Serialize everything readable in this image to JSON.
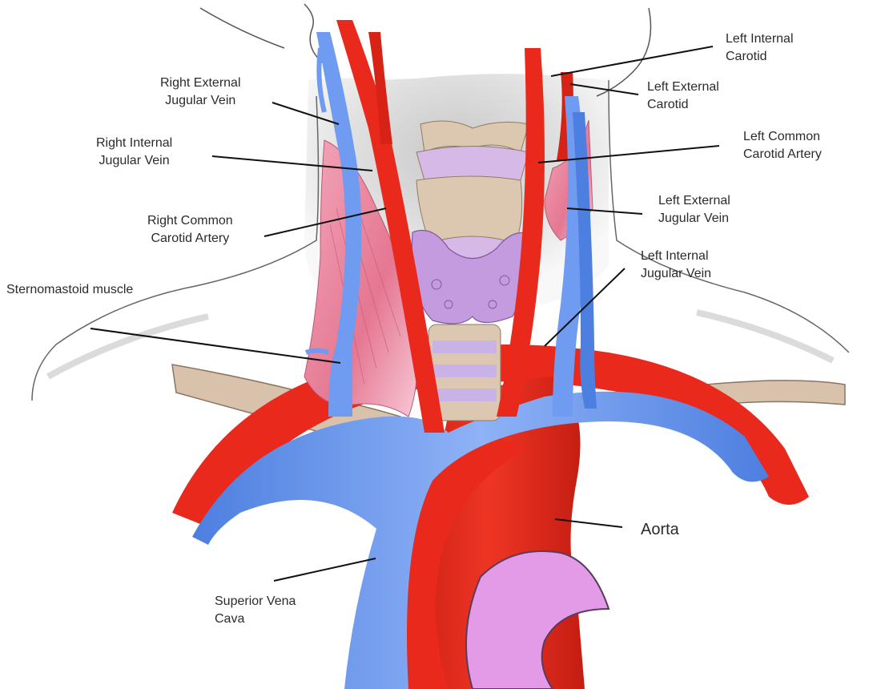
{
  "labels": {
    "left_internal_carotid": "Left Internal\nCarotid",
    "left_external_carotid": "Left External\nCarotid",
    "left_common_carotid": "Left Common\nCarotid Artery",
    "left_external_jugular": "Left External\nJugular Vein",
    "left_internal_jugular": "Left Internal\nJugular Vein",
    "right_external_jugular": "Right External\nJugular Vein",
    "right_internal_jugular": "Right Internal\nJugular Vein",
    "right_common_carotid": "Right Common\nCarotid Artery",
    "sternomastoid": "Sternomastoid muscle",
    "aorta": "Aorta",
    "superior_vena_cava": "Superior Vena\nCava"
  },
  "colors": {
    "artery": "#e8291c",
    "artery_dark": "#b51c12",
    "vein": "#6f9bf0",
    "vein_dark": "#3c6fd6",
    "muscle": "#e8849f",
    "muscle_light": "#f2b7c8",
    "thyroid": "#c59be0",
    "cartilage": "#dcc7b0",
    "trachea_ring": "#c9b2e6",
    "bone": "#d8c2ac",
    "shadow": "#bdbdbd",
    "heart": "#e39be8",
    "leader_line": "#111111"
  },
  "icons": [
    "neck-outline",
    "thyroid-gland",
    "trachea",
    "clavicle",
    "aortic-arch",
    "vena-cava",
    "carotid-artery",
    "jugular-vein"
  ]
}
